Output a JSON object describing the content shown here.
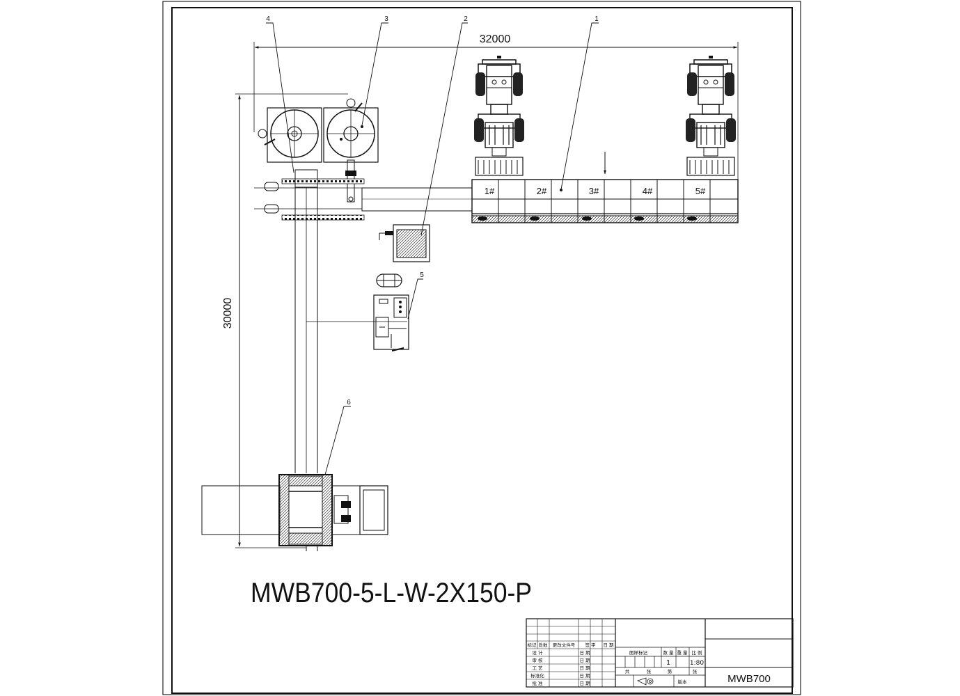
{
  "drawing": {
    "dimensions": {
      "width": "32000",
      "height": "30000"
    },
    "callouts": [
      "1",
      "2",
      "3",
      "4",
      "5",
      "6"
    ],
    "bays": [
      "1#",
      "2#",
      "3#",
      "4#",
      "5#"
    ],
    "model_code": "MWB700-5-L-W-2X150-P"
  },
  "title_block": {
    "header_row": [
      "标记",
      "处数",
      "更改文件号",
      "签 字",
      "日 期"
    ],
    "left_rows": [
      {
        "role": "设 计",
        "date": "日 期"
      },
      {
        "role": "审 核",
        "date": "日 期"
      },
      {
        "role": "工 艺",
        "date": "日 期"
      },
      {
        "role": "标准化",
        "date": "日 期"
      },
      {
        "role": "批 准",
        "date": "日 期"
      }
    ],
    "stage_label": "图样标记",
    "col_labels": [
      "数 量",
      "重 量",
      "比 例"
    ],
    "quantity": "1",
    "scale": "1:80",
    "sheet_labels": [
      "共",
      "张",
      "第",
      "张"
    ],
    "version_label": "版本",
    "drawing_no": "MWB700"
  }
}
